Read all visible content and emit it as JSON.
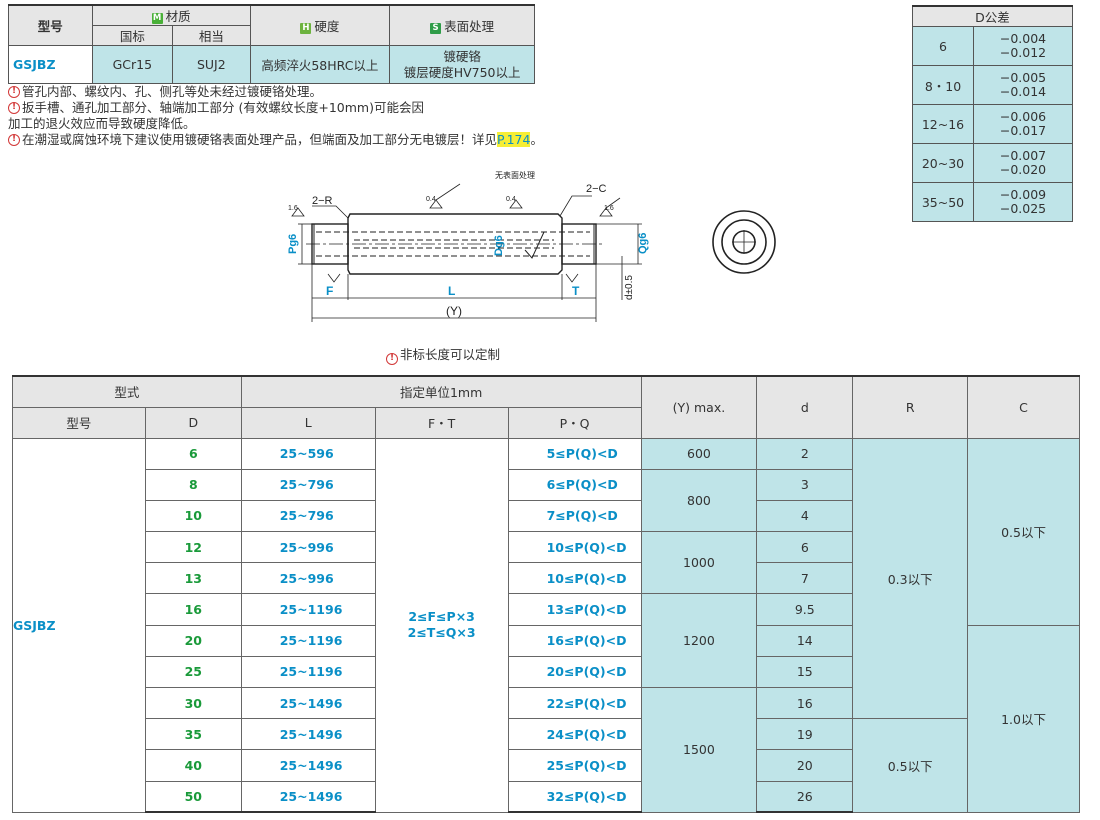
{
  "material_table": {
    "h_model": "型号",
    "h_material": "材质",
    "h_national": "国标",
    "h_equivalent": "相当",
    "h_hardness": "硬度",
    "h_surface": "表面处理",
    "badge_m": "M",
    "badge_h": "H",
    "badge_s": "S",
    "row": {
      "model": "GSJBZ",
      "national": "GCr15",
      "equivalent": "SUJ2",
      "hardness": "高频淬火58HRC以上",
      "surface_line1": "镀硬铬",
      "surface_line2": "镀层硬度HV750以上"
    }
  },
  "notes": {
    "n1": "管孔内部、螺纹内、孔、侧孔等处未经过镀硬铬处理。",
    "n2_line1": "扳手槽、通孔加工部分、轴端加工部分 (有效螺纹长度+10mm)可能会因",
    "n2_line2": "加工的退火效应而导致硬度降低。",
    "n3_prefix": "在潮湿或腐蚀环境下建议使用镀硬铬表面处理产品，但端面及加工部分无电镀层！详见",
    "n3_link": "P.174",
    "n3_suffix": "。",
    "warn_glyph": "!"
  },
  "tolerance_table": {
    "title": "D公差",
    "rows": [
      {
        "d": "6",
        "upper": "−0.004",
        "lower": "−0.012"
      },
      {
        "d": "8・10",
        "upper": "−0.005",
        "lower": "−0.014"
      },
      {
        "d": "12~16",
        "upper": "−0.006",
        "lower": "−0.017"
      },
      {
        "d": "20~30",
        "upper": "−0.007",
        "lower": "−0.020"
      },
      {
        "d": "35~50",
        "upper": "−0.009",
        "lower": "−0.025"
      }
    ]
  },
  "drawing": {
    "no_surface": "无表面处理",
    "r_label": "2−R",
    "c_label": "2−C",
    "rough_16": "1.6",
    "rough_04": "0.4",
    "p_label": "Pg6",
    "d_label": "Dg6",
    "q_label": "Qg6",
    "f_label": "F",
    "l_label": "L",
    "t_label": "T",
    "y_label": "(Y)",
    "dtol_label": "d±0.5"
  },
  "custom_note": "非标长度可以定制",
  "main_table": {
    "h_type": "型式",
    "h_unit": "指定单位1mm",
    "h_ymax": "(Y) max.",
    "h_d_small": "d",
    "h_r": "R",
    "h_c": "C",
    "h_model": "型号",
    "h_D": "D",
    "h_L": "L",
    "h_FT": "F・T",
    "h_PQ": "P・Q",
    "model": "GSJBZ",
    "ft_line1": "2≤F≤P×3",
    "ft_line2": "2≤T≤Q×3",
    "rows": [
      {
        "D": "6",
        "L": "25~596",
        "PQ": "5≤P(Q)<D",
        "d": "2"
      },
      {
        "D": "8",
        "L": "25~796",
        "PQ": "6≤P(Q)<D",
        "d": "3"
      },
      {
        "D": "10",
        "L": "25~796",
        "PQ": "7≤P(Q)<D",
        "d": "4"
      },
      {
        "D": "12",
        "L": "25~996",
        "PQ": "10≤P(Q)<D",
        "d": "6"
      },
      {
        "D": "13",
        "L": "25~996",
        "PQ": "10≤P(Q)<D",
        "d": "7"
      },
      {
        "D": "16",
        "L": "25~1196",
        "PQ": "13≤P(Q)<D",
        "d": "9.5"
      },
      {
        "D": "20",
        "L": "25~1196",
        "PQ": "16≤P(Q)<D",
        "d": "14"
      },
      {
        "D": "25",
        "L": "25~1196",
        "PQ": "20≤P(Q)<D",
        "d": "15"
      },
      {
        "D": "30",
        "L": "25~1496",
        "PQ": "22≤P(Q)<D",
        "d": "16"
      },
      {
        "D": "35",
        "L": "25~1496",
        "PQ": "24≤P(Q)<D",
        "d": "19"
      },
      {
        "D": "40",
        "L": "25~1496",
        "PQ": "25≤P(Q)<D",
        "d": "20"
      },
      {
        "D": "50",
        "L": "25~1496",
        "PQ": "32≤P(Q)<D",
        "d": "26"
      }
    ],
    "ymax": [
      "600",
      "800",
      "1000",
      "1200",
      "1500"
    ],
    "r_values": [
      "0.3以下",
      "0.5以下"
    ],
    "c_values": [
      "0.5以下",
      "1.0以下"
    ]
  }
}
